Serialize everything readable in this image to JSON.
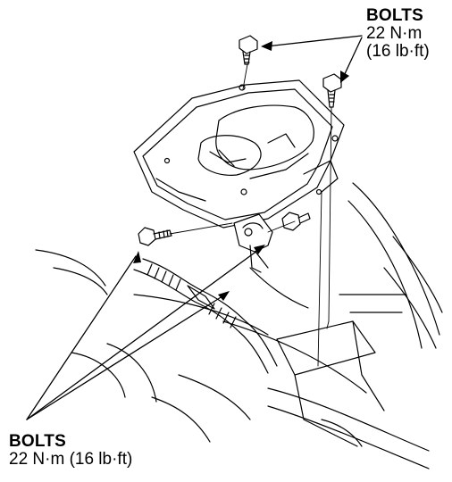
{
  "callouts": {
    "top": {
      "title": "BOLTS",
      "torque_nm": "22 N·m",
      "torque_lbft": "(16 lb·ft)"
    },
    "bottom": {
      "title": "BOLTS",
      "torque": "22 N·m (16 lb·ft)"
    }
  },
  "colors": {
    "line": "#000000",
    "fill": "#ffffff"
  }
}
